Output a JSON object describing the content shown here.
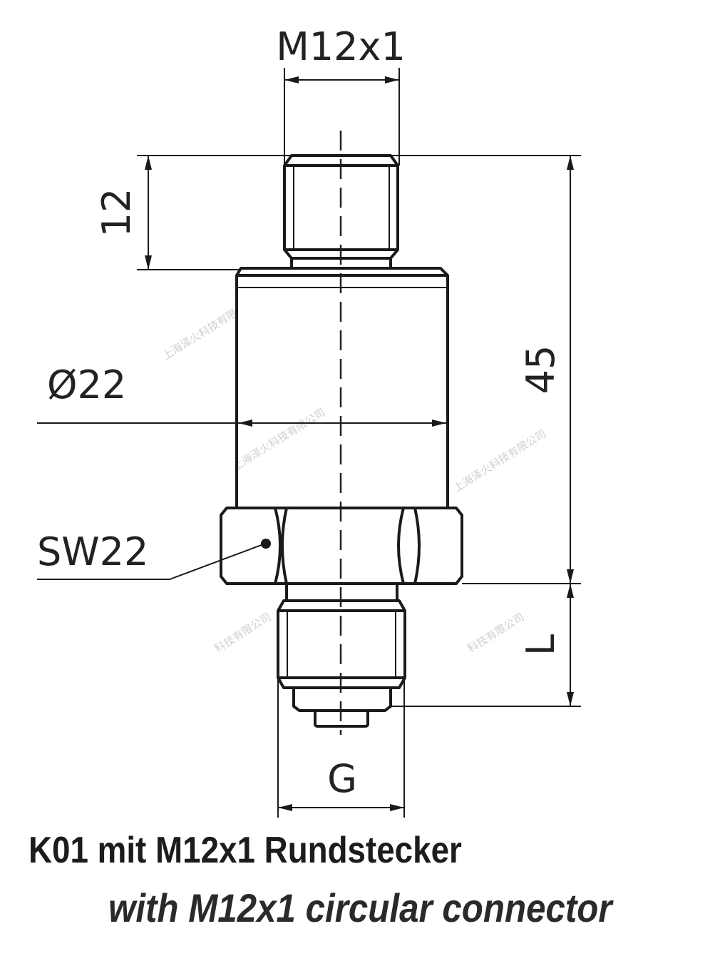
{
  "dimensions": {
    "connector_thread": "M12x1",
    "connector_length": "12",
    "body_diameter": "Ø22",
    "overall_length": "45",
    "wrench_size": "SW22",
    "thread_length": "L",
    "process_thread": "G"
  },
  "watermark": "上海泽火科技有限公司",
  "caption": {
    "line1": "K01 mit  M12x1 Rundstecker",
    "line2": "with M12x1 circular connector"
  }
}
